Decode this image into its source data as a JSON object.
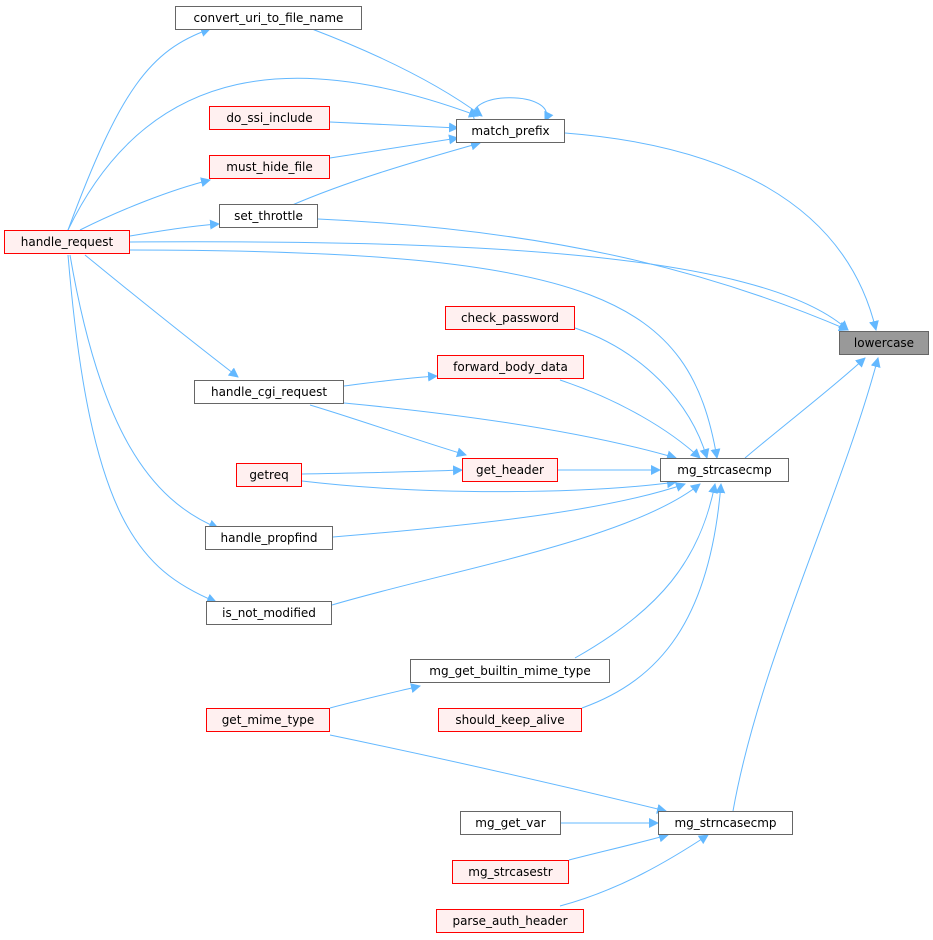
{
  "colors": {
    "edge": "#63b8ff",
    "border": "#666666",
    "red_border": "#ff0000",
    "red_fill": "#fff0f0",
    "root_fill": "#999999"
  },
  "nodes": {
    "lowercase": "lowercase",
    "match_prefix": "match_prefix",
    "set_throttle": "set_throttle",
    "mg_strcasecmp": "mg_strcasecmp",
    "mg_strncasecmp": "mg_strncasecmp",
    "convert_uri_to_file_name": "convert_uri_to_file_name",
    "do_ssi_include": "do_ssi_include",
    "must_hide_file": "must_hide_file",
    "handle_request": "handle_request",
    "check_password": "check_password",
    "forward_body_data": "forward_body_data",
    "handle_cgi_request": "handle_cgi_request",
    "get_header": "get_header",
    "getreq": "getreq",
    "handle_propfind": "handle_propfind",
    "is_not_modified": "is_not_modified",
    "mg_get_builtin_mime_type": "mg_get_builtin_mime_type",
    "should_keep_alive": "should_keep_alive",
    "get_mime_type": "get_mime_type",
    "mg_get_var": "mg_get_var",
    "mg_strcasestr": "mg_strcasestr",
    "parse_auth_header": "parse_auth_header"
  }
}
